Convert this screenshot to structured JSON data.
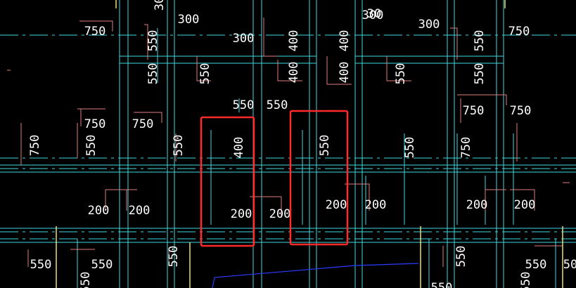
{
  "colors": {
    "background": "#000000",
    "grid_line": "#3fd8e0",
    "member_outline": "#3fd8e0",
    "leader_line": "#e07c7c",
    "dimension_text": "#ffffff",
    "highlight_box": "#ff2a2a",
    "slab_edge": "#e8e070",
    "polyline": "#2a3cff"
  },
  "dimension_labels": [
    {
      "text": "750"
    },
    {
      "text": "300"
    },
    {
      "text": "30"
    },
    {
      "text": "550"
    },
    {
      "text": "300"
    },
    {
      "text": "400"
    },
    {
      "text": "400"
    },
    {
      "text": "30"
    },
    {
      "text": "300"
    },
    {
      "text": "550"
    },
    {
      "text": "300"
    },
    {
      "text": "750"
    },
    {
      "text": "550"
    },
    {
      "text": "550"
    },
    {
      "text": "400"
    },
    {
      "text": "400"
    },
    {
      "text": "550"
    },
    {
      "text": "550"
    },
    {
      "text": "550"
    },
    {
      "text": "550"
    },
    {
      "text": "750"
    },
    {
      "text": "750"
    },
    {
      "text": "750"
    },
    {
      "text": "750"
    },
    {
      "text": "750"
    },
    {
      "text": "550"
    },
    {
      "text": "550"
    },
    {
      "text": "400"
    },
    {
      "text": "550"
    },
    {
      "text": "550"
    },
    {
      "text": "750"
    },
    {
      "text": "200"
    },
    {
      "text": "200"
    },
    {
      "text": "200"
    },
    {
      "text": "200"
    },
    {
      "text": "200"
    },
    {
      "text": "200"
    },
    {
      "text": "200"
    },
    {
      "text": "200"
    },
    {
      "text": "550"
    },
    {
      "text": "550"
    },
    {
      "text": "550"
    },
    {
      "text": "550"
    },
    {
      "text": "550"
    },
    {
      "text": "550"
    },
    {
      "text": "50"
    },
    {
      "text": "550"
    },
    {
      "text": "550"
    }
  ]
}
